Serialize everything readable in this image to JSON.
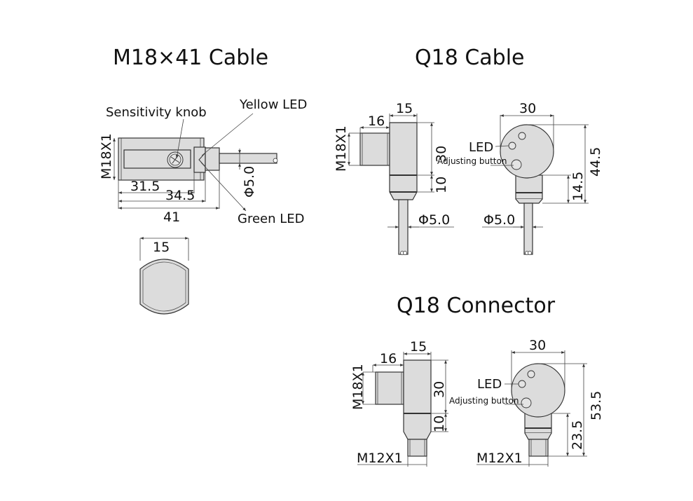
{
  "drawings": {
    "m18": {
      "title": "M18×41 Cable",
      "labels": {
        "sensitivity_knob": "Sensitivity knob",
        "yellow_led": "Yellow LED",
        "green_led": "Green LED"
      },
      "dims": {
        "thread": "M18X1",
        "d1": "31.5",
        "d2": "34.5",
        "d3": "41",
        "cable": "Φ5.0",
        "end_width": "15"
      }
    },
    "q18_cable": {
      "title": "Q18 Cable",
      "labels": {
        "led": "LED",
        "adjusting_button": "Adjusting button"
      },
      "dims": {
        "thread": "M18X1",
        "thread_len": "16",
        "width": "15",
        "height": "30",
        "neck": "10",
        "cable_side": "Φ5.0",
        "front_width": "30",
        "total_height": "44.5",
        "neck_height": "14.5",
        "cable_front": "Φ5.0"
      }
    },
    "q18_connector": {
      "title": "Q18 Connector",
      "labels": {
        "led": "LED",
        "adjusting_button": "Adjusting button"
      },
      "dims": {
        "thread": "M18X1",
        "thread_len": "16",
        "width": "15",
        "height": "30",
        "neck": "10",
        "connector_side": "M12X1",
        "front_width": "30",
        "total_height": "53.5",
        "neck_height": "23.5",
        "connector_front": "M12X1"
      }
    }
  }
}
